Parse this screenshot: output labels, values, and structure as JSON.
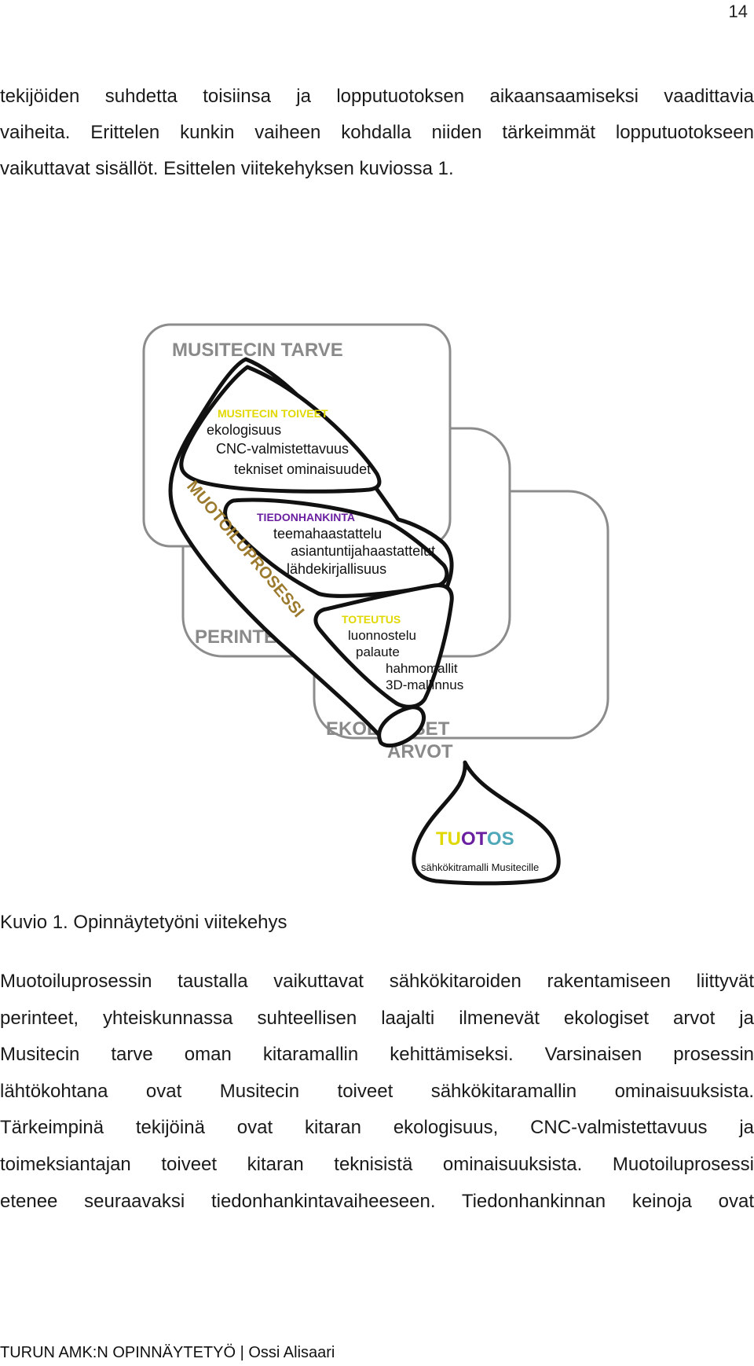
{
  "page_number": "14",
  "intro_lines": [
    "tekijöiden suhdetta toisiinsa ja lopputuotoksen aikaansaamiseksi vaadittavia",
    "vaiheita. Erittelen kunkin vaiheen kohdalla niiden tärkeimmät lopputuotokseen",
    "vaikuttavat sisällöt. Esittelen viitekehyksen kuviossa 1."
  ],
  "figure": {
    "box_musitec": "MUSITECIN TARVE",
    "box_perinteet": "PERINTEET",
    "box_ekologiset_1": "EKOLOGISET",
    "box_ekologiset_2": "ARVOT",
    "process_label": "MUOTOILUPROSESSI",
    "toiveet": {
      "title": "MUSITECIN TOIVEET",
      "items": [
        "ekologisuus",
        "CNC-valmistettavuus",
        "tekniset ominaisuudet"
      ]
    },
    "tiedonhankinta": {
      "title": "TIEDONHANKINTA",
      "items": [
        "teemahaastattelu",
        "asiantuntijahaastattelut",
        "lähdekirjallisuus"
      ]
    },
    "toteutus": {
      "title": "TOTEUTUS",
      "items": [
        "luonnostelu",
        "palaute",
        "hahmomallit",
        "3D-mallinnus"
      ]
    },
    "tuotos": {
      "title_part1": "TU",
      "title_part2": "OT",
      "title_part3": "OS",
      "subtitle": "sähkökitramalli Musitecille"
    },
    "colors": {
      "box_border": "#8c8c8c",
      "box_text": "#8a8a8a",
      "flask_stroke": "#111111",
      "yellow": "#e0d800",
      "purple": "#6a1fa0",
      "gold": "#9c7a2e",
      "teal": "#4fa8b8"
    }
  },
  "caption": "Kuvio 1. Opinnäytetyöni viitekehys",
  "body_lines": [
    "Muotoiluprosessin taustalla vaikuttavat sähkökitaroiden rakentamiseen liittyvät",
    "perinteet, yhteiskunnassa suhteellisen laajalti ilmenevät ekologiset arvot ja",
    "Musitecin tarve oman kitaramallin kehittämiseksi. Varsinaisen prosessin",
    "lähtökohtana ovat Musitecin toiveet sähkökitaramallin ominaisuuksista.",
    "Tärkeimpinä tekijöinä ovat kitaran ekologisuus, CNC-valmistettavuus ja",
    "toimeksiantajan toiveet kitaran teknisistä ominaisuuksista. Muotoiluprosessi",
    "etenee seuraavaksi tiedonhankintavaiheeseen. Tiedonhankinnan keinoja ovat"
  ],
  "footer": "TURUN AMK:N OPINNÄYTETYÖ | Ossi Alisaari"
}
